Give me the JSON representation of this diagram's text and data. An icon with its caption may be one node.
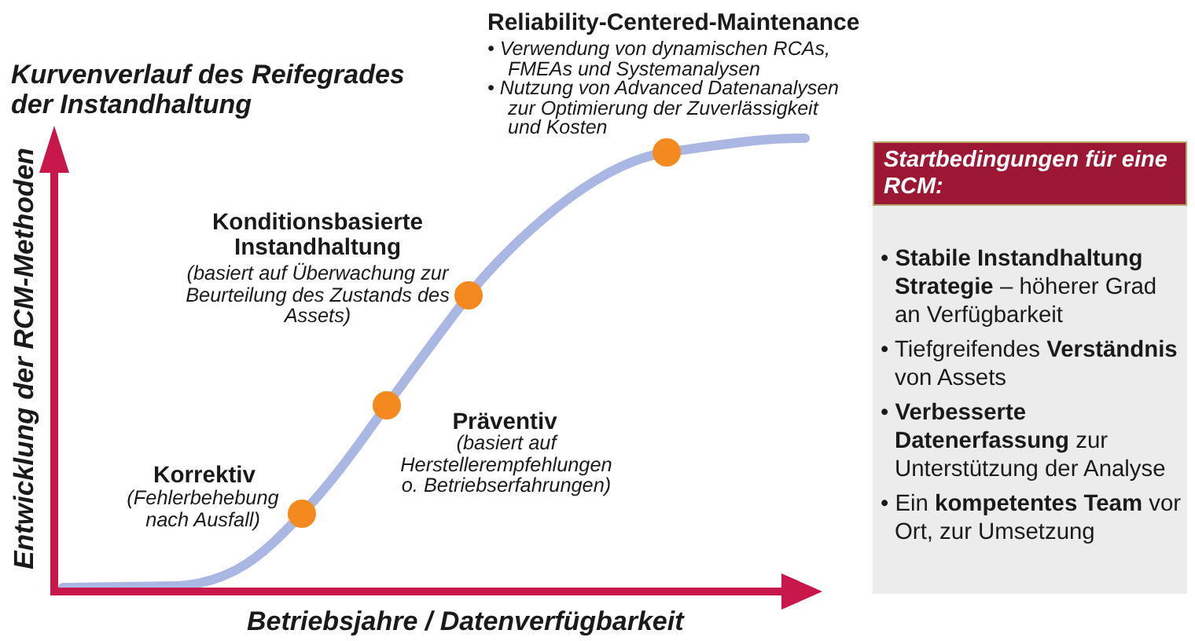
{
  "diagram": {
    "title": "Kurvenverlauf des Reifegrades der Instandhaltung",
    "nodes": [
      {
        "text": [
          "Startbedingungen für eine RCM:",
          "• **Stabile Instandhaltung Strategie** – höherer Grad an Verfügbarkeit",
          "• Tiefgreifendes **Verständnis** von Assets",
          "• **Verbesserte Datenerfassung** zur Unterstützung der Analyse",
          "• Ein **kompetentes Team** vor Ort, zur Umsetzung"
        ]
      }
    ],
    "labels": [
      "Reliability-Centered-Maintenance",
      "• Verwendung von dynamischen RCAs, FMEAs und Systemanalysen",
      "• Nutzung von Advanced Datenanalysen zur Optimierung der Zuverlässigkeit und Kosten",
      "Konditionsbasierte Instandhaltung",
      "(basiert auf Überwachung zur Beurteilung des Zustands des Assets)",
      "Präventiv",
      "(basiert auf Herstellerempfehlungen o. Betriebserfahrungen)",
      "Korrektiv",
      "(Fehlerbehebung nach Ausfall)",
      "Entwicklung der RCM-Methoden",
      "Betriebsjahre / Datenverfügbarkeit"
    ]
  }
}
